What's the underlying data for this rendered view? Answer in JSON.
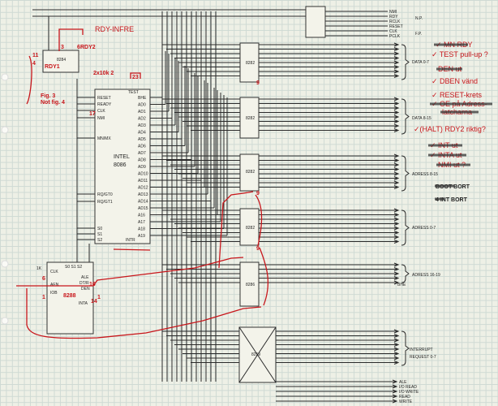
{
  "chips": {
    "cpu": {
      "name": "INTEL",
      "model": "8086"
    },
    "clock": "8284",
    "bus_controller": "8288",
    "latch1": "8282",
    "latch2": "8282",
    "latch3": "8282",
    "latch4": "8282",
    "transceiver": "8286",
    "pic": "8259"
  },
  "cpu_pins": {
    "left": [
      "RESET",
      "READY",
      "CLK",
      "NMI",
      "MN/MX",
      "RQ/GT0",
      "RQ/GT1",
      "S0",
      "S1",
      "S2"
    ],
    "right": [
      "BHE",
      "AD0",
      "AD1",
      "AD2",
      "AD3",
      "AD4",
      "AD5",
      "AD6",
      "AD7",
      "AD8",
      "AD9",
      "AD10",
      "AD11",
      "AD12",
      "AD13",
      "AD14",
      "AD15",
      "A16",
      "A17",
      "A18",
      "A19"
    ],
    "top": "TEST",
    "bottom": "INTR"
  },
  "bus_controller_pins": {
    "top": "S0 S1 S2",
    "left": [
      "CLK",
      "AEN",
      "IOB"
    ],
    "right": [
      "ALE",
      "DT/R",
      "DEN",
      "INTA"
    ]
  },
  "top_signals": [
    "NMI",
    "RDY",
    "RCLK",
    "RESET",
    "CLK",
    "PCLK"
  ],
  "top_signal_notes": [
    "N.P.",
    "F.P."
  ],
  "bus_labels": {
    "data_low": "DATA 0-7",
    "data_high": "DATA 8-15",
    "addr_high": "ADRESS 8-15",
    "addr_low": "ADRESS 0-7",
    "addr_top": "ADRESS 16-19",
    "bhe": "BHE",
    "irq_line1": "INTERRUPT",
    "irq_line2": "REQUEST 0-7",
    "control": [
      "ALE",
      "I/O READ",
      "I/O WRITE",
      "READ",
      "WRITE"
    ]
  },
  "red_notes": [
    {
      "text": "✓ MN RDY",
      "struck": true
    },
    {
      "text": "✓ TEST pull-up ?",
      "struck": false
    },
    {
      "text": "DEN ut",
      "struck": true
    },
    {
      "text": "✓ DBEN vänd",
      "struck": false
    },
    {
      "text": "✓ RESET-krets",
      "struck": false
    },
    {
      "text": "✓ OE på Adress-",
      "struck": true
    },
    {
      "text": "latcharna",
      "struck": true
    },
    {
      "text": "✓(HALT) RDY2 riktig?",
      "struck": false
    },
    {
      "text": "✓ INT ut",
      "struck": true
    },
    {
      "text": "✓ INTA ut",
      "struck": true
    },
    {
      "text": "NMI ut ?",
      "struck": true
    }
  ],
  "black_notes": [
    "BOOT BORT",
    "4 INT BORT"
  ],
  "left_annotations": {
    "rdy_interface": "RDY-INFRE",
    "rdy1": "RDY1",
    "rdy2": "RDY2",
    "res": "2x10k 2",
    "fig": "Fig. 3",
    "fig2": "Not fig. 4",
    "res1k": "1K"
  },
  "pin_numbers": [
    "11",
    "4",
    "3",
    "6",
    "23",
    "17",
    "9",
    "9",
    "9",
    "1",
    "6",
    "1",
    "16",
    "14"
  ],
  "colors": {
    "paper": "#eef0e6",
    "grid": "#cfdad4",
    "ink": "#2a2a2a",
    "red": "#c8161b"
  }
}
